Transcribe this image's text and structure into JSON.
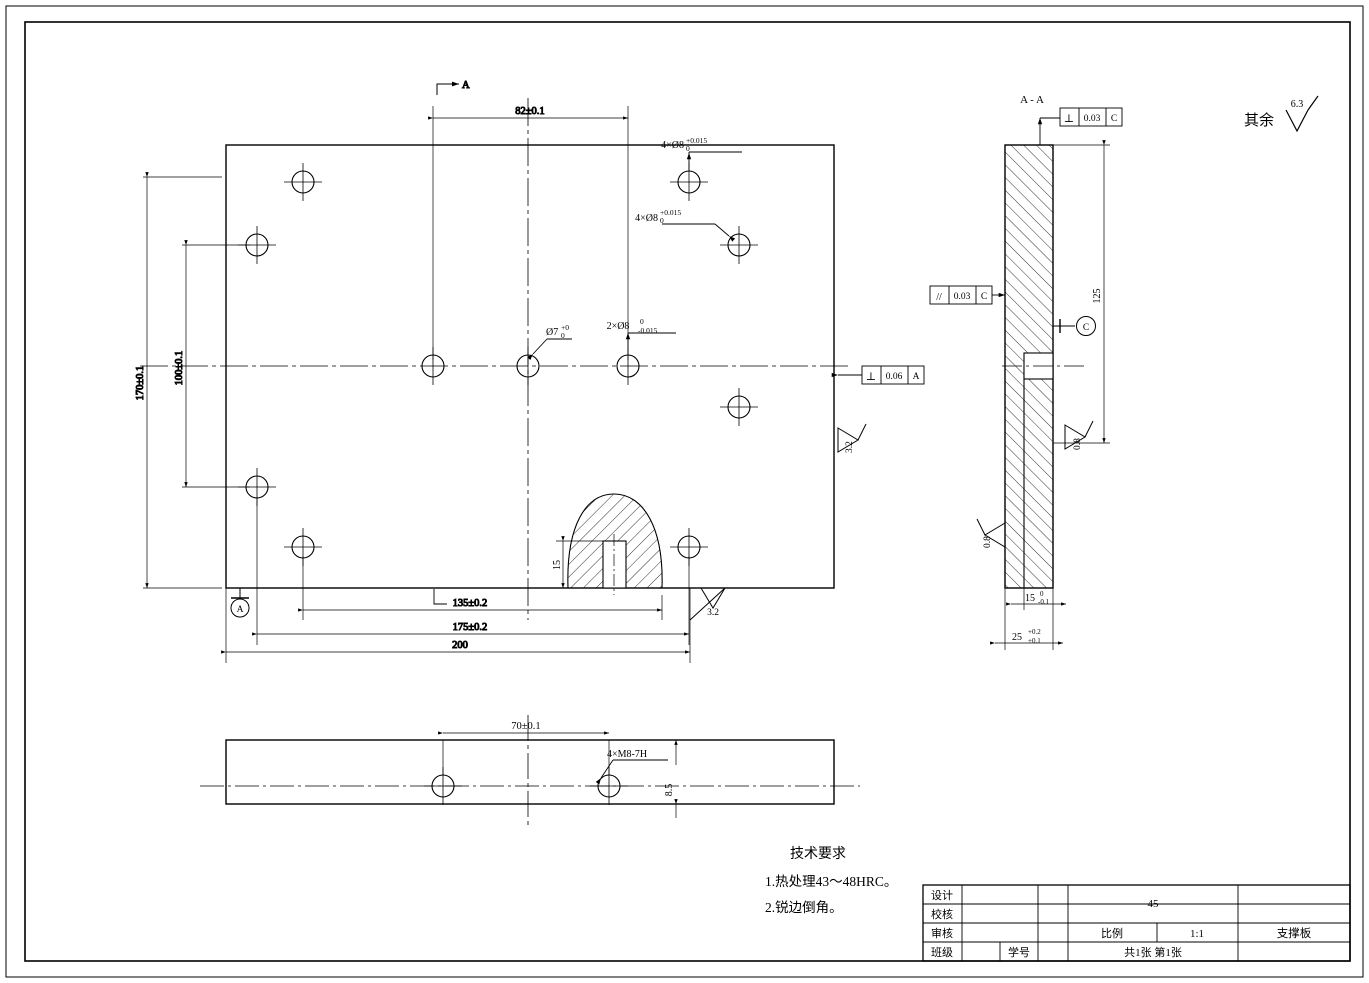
{
  "drawing": {
    "title": "支撑板",
    "material": "45",
    "scale_label": "比例",
    "scale_value": "1:1",
    "sheets": "共1张  第1张",
    "surface_note_prefix": "其余",
    "surface_note_value": "6.3",
    "section_label": "A - A",
    "view_arrow_label": "A",
    "datum_a": "A",
    "datum_c": "C"
  },
  "title_block": {
    "rows": [
      {
        "label": "设计",
        "value": ""
      },
      {
        "label": "校核",
        "value": ""
      },
      {
        "label": "审核",
        "value": ""
      },
      {
        "label": "班级",
        "value": ""
      }
    ],
    "student_id_label": "学号"
  },
  "tech_notes": {
    "heading": "技术要求",
    "items": [
      "1.热处理43～48HRC。",
      "2.锐边倒角。"
    ]
  },
  "front_view": {
    "dim_top_82": "82±0.1",
    "dim_left_170": "170±0.1",
    "dim_left_100": "100±0.1",
    "dim_bottom_135": "135±0.2",
    "dim_bottom_175": "175±0.2",
    "dim_bottom_200": "200",
    "dim_slot_15": "15",
    "callout_4x8_upper": "4×Ø8",
    "callout_4x8_upper_tol_up": "+0.015",
    "callout_4x8_upper_tol_low": "0",
    "callout_4x8_lower": "4×Ø8",
    "callout_4x8_lower_tol_up": "+0.015",
    "callout_4x8_lower_tol_low": "0",
    "callout_7": "Ø7",
    "callout_7_tol_up": "+0",
    "callout_7_tol_low": "0",
    "callout_2x8": "2×Ø8",
    "callout_2x8_tol_up": "0",
    "callout_2x8_tol_low": "-0.015",
    "gtol_perp_sym": "⊥",
    "gtol_perp_value": "0.06",
    "gtol_perp_datum": "A",
    "rough_right": "3.2",
    "rough_bottom": "3.2"
  },
  "section_view": {
    "gtol_perp_sym": "⊥",
    "gtol_perp_value": "0.03",
    "gtol_perp_datum": "C",
    "gtol_par_sym": "//",
    "gtol_par_value": "0.03",
    "gtol_par_datum": "C",
    "dim_125": "125",
    "dim_15": "15",
    "dim_15_tol_up": "0",
    "dim_15_tol_low": "-0.1",
    "dim_25": "25",
    "dim_25_tol_up": "+0.2",
    "dim_25_tol_low": "+0.1",
    "rough_upper": "0.8",
    "rough_lower": "0.8"
  },
  "bottom_view": {
    "dim_70": "70±0.1",
    "dim_85": "8.5",
    "callout_thread": "4×M8-7H"
  }
}
